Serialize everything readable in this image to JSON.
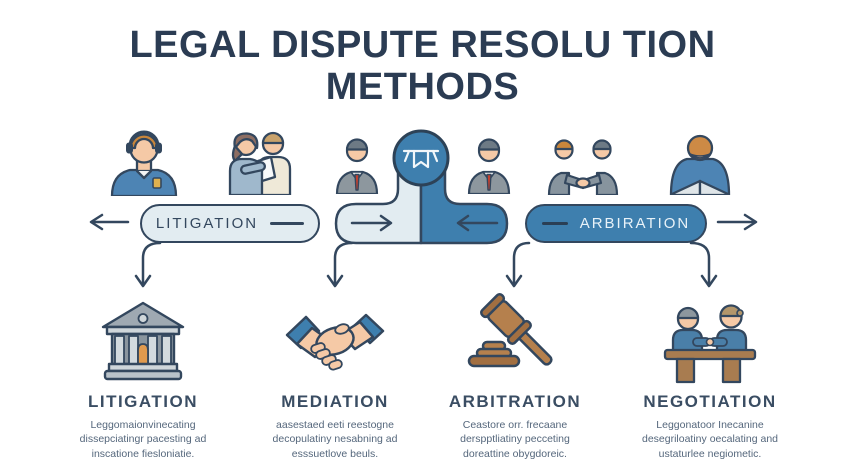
{
  "title": {
    "line1": "LEGAL DISPUTE RESOLU TION",
    "line2": "METHODS",
    "color": "#2b3c53"
  },
  "colors": {
    "outline_navy": "#33475e",
    "accent_blue": "#3e7fae",
    "light_pill_bg": "#e2ecf1",
    "skin": "#f5c9a6",
    "wood_brown": "#b5804d"
  },
  "flow": {
    "left_arrow": "←",
    "litigation_label": "LITIGATION",
    "branch_left_arrow": "→",
    "branch_right_arrow": "←",
    "arbitration_label": "ARBIRATION",
    "right_arrow": "→"
  },
  "top_row": {
    "icons": [
      "judge-with-headset",
      "disputing-couple-with-document",
      "businessman-suit",
      "podium-badge-circle",
      "businessman-suit",
      "handshake-agreement-people",
      "person-reviewing-documents"
    ]
  },
  "methods": [
    {
      "label": "LITIGATION",
      "icon": "courthouse-icon",
      "description": "Leggomaionvinecating dissepciatingr pacesting ad inscatione fiesloniatie."
    },
    {
      "label": "MEDIATION",
      "icon": "handshake-icon",
      "description": "aasestaed eeti reestogne decopulatiny nesabning ad esssuetlove beuls."
    },
    {
      "label": "ARBITRATION",
      "icon": "gavel-icon",
      "description": "Ceastore orr. frecaane derspptliatiny pecceting doreattine obygdoreic."
    },
    {
      "label": "NEGOTIATION",
      "icon": "negotiation-table-icon",
      "description": "Leggonatoor Inecanine desegriloatiny oecalating and ustaturlee negiometic."
    }
  ]
}
